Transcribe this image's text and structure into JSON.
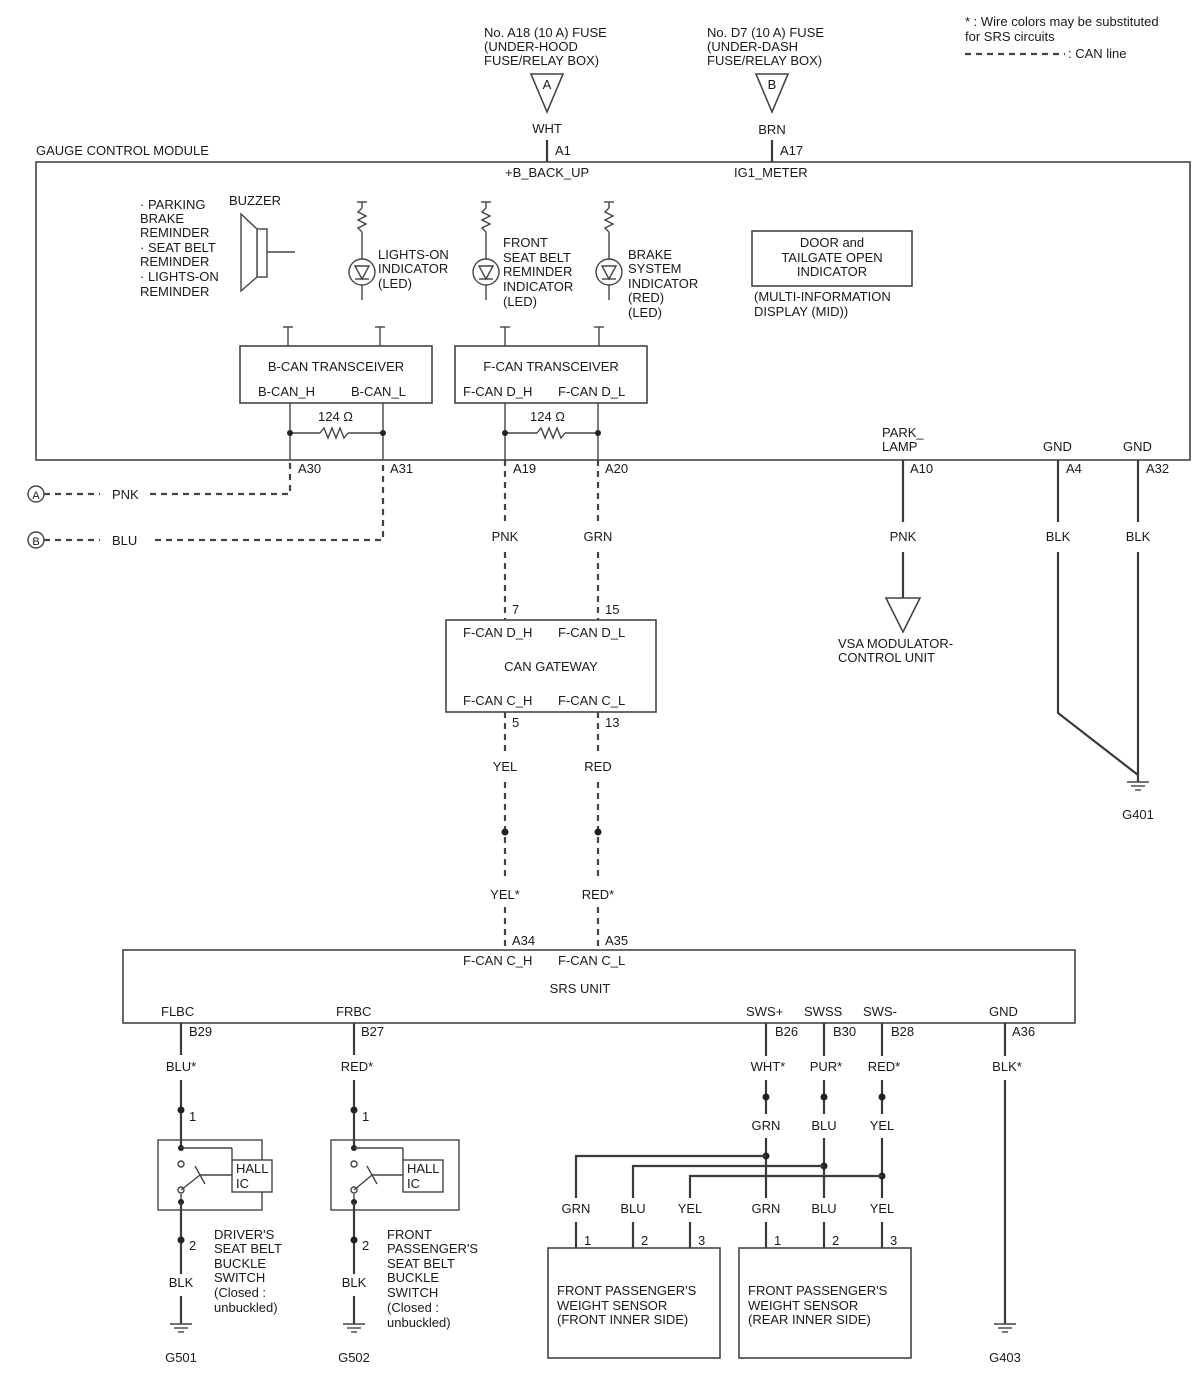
{
  "header": {
    "fuse_a": [
      "No. A18 (10 A) FUSE",
      "(UNDER-HOOD",
      "FUSE/RELAY BOX)"
    ],
    "fuse_b": [
      "No. D7 (10 A) FUSE",
      "(UNDER-DASH",
      "FUSE/RELAY BOX)"
    ],
    "fuse_a_letter": "A",
    "fuse_b_letter": "B",
    "fuse_a_wire": "WHT",
    "fuse_b_wire": "BRN",
    "note_line1": "* : Wire colors may be substituted",
    "note_line2": "for SRS circuits",
    "legend_can": ": CAN line"
  },
  "gauge_module": {
    "title": "GAUGE CONTROL MODULE",
    "pin_a1": "A1",
    "pin_a17": "A17",
    "label_backup": "+B_BACK_UP",
    "label_ig1": "IG1_METER",
    "reminders": [
      "· PARKING",
      "BRAKE",
      "REMINDER",
      "· SEAT BELT",
      "REMINDER",
      "· LIGHTS-ON",
      "REMINDER"
    ],
    "buzzer": "BUZZER",
    "lights_on": [
      "LIGHTS-ON",
      "INDICATOR",
      "(LED)"
    ],
    "seatbelt": [
      "FRONT",
      "SEAT BELT",
      "REMINDER",
      "INDICATOR",
      "(LED)"
    ],
    "brake": [
      "BRAKE",
      "SYSTEM",
      "INDICATOR",
      "(RED)",
      "(LED)"
    ],
    "door_box": [
      "DOOR and",
      "TAILGATE OPEN",
      "INDICATOR"
    ],
    "mid": [
      "(MULTI-INFORMATION",
      "DISPLAY (MID))"
    ],
    "bcan_title": "B-CAN TRANSCEIVER",
    "bcan_h": "B-CAN_H",
    "bcan_l": "B-CAN_L",
    "fcan_title": "F-CAN TRANSCEIVER",
    "fcan_h": "F-CAN D_H",
    "fcan_l": "F-CAN D_L",
    "res1": "124 Ω",
    "res2": "124 Ω",
    "park_lamp": [
      "PARK_",
      "LAMP"
    ],
    "gnd1": "GND",
    "gnd2": "GND",
    "pins": {
      "a30": "A30",
      "a31": "A31",
      "a19": "A19",
      "a20": "A20",
      "a10": "A10",
      "a4": "A4",
      "a32": "A32"
    }
  },
  "wires": {
    "ext_a": "A",
    "ext_b": "B",
    "a_color": "PNK",
    "b_color": "BLU",
    "a19_color": "PNK",
    "a20_color": "GRN",
    "a10_color": "PNK",
    "a4_color": "BLK",
    "a32_color": "BLK"
  },
  "vsa": [
    "VSA MODULATOR-",
    "CONTROL UNIT"
  ],
  "ground_g401": "G401",
  "gateway": {
    "title": "CAN GATEWAY",
    "pin7": "7",
    "pin15": "15",
    "pin5": "5",
    "pin13": "13",
    "d_h": "F-CAN D_H",
    "d_l": "F-CAN D_L",
    "c_h": "F-CAN C_H",
    "c_l": "F-CAN C_L",
    "wire_yel": "YEL",
    "wire_red": "RED",
    "wire_yel_s": "YEL*",
    "wire_red_s": "RED*"
  },
  "srs": {
    "title": "SRS UNIT",
    "pin_a34": "A34",
    "pin_a35": "A35",
    "c_h": "F-CAN C_H",
    "c_l": "F-CAN C_L",
    "flbc": "FLBC",
    "frbc": "FRBC",
    "sws_p": "SWS+",
    "swss": "SWSS",
    "sws_m": "SWS-",
    "gnd": "GND",
    "pins": {
      "b29": "B29",
      "b27": "B27",
      "b26": "B26",
      "b30": "B30",
      "b28": "B28",
      "a36": "A36"
    },
    "w_blu": "BLU*",
    "w_red": "RED*",
    "w_wht": "WHT*",
    "w_pur": "PUR*",
    "w_red2": "RED*",
    "w_blk": "BLK*"
  },
  "driver_switch": {
    "pin1": "1",
    "pin2": "2",
    "hall": [
      "HALL",
      "IC"
    ],
    "label": [
      "DRIVER'S",
      "SEAT BELT",
      "BUCKLE",
      "SWITCH",
      "(Closed :",
      "unbuckled)"
    ],
    "wire": "BLK",
    "ground": "G501"
  },
  "passenger_switch": {
    "pin1": "1",
    "pin2": "2",
    "hall": [
      "HALL",
      "IC"
    ],
    "label": [
      "FRONT",
      "PASSENGER'S",
      "SEAT BELT",
      "BUCKLE",
      "SWITCH",
      "(Closed :",
      "unbuckled)"
    ],
    "wire": "BLK",
    "ground": "G502"
  },
  "weight": {
    "grn": "GRN",
    "blu": "BLU",
    "yel": "YEL",
    "front": [
      "FRONT PASSENGER'S",
      "WEIGHT SENSOR",
      "(FRONT INNER SIDE)"
    ],
    "rear": [
      "FRONT PASSENGER'S",
      "WEIGHT SENSOR",
      "(REAR INNER SIDE)"
    ],
    "p1": "1",
    "p2": "2",
    "p3": "3"
  },
  "ground_g403": "G403"
}
